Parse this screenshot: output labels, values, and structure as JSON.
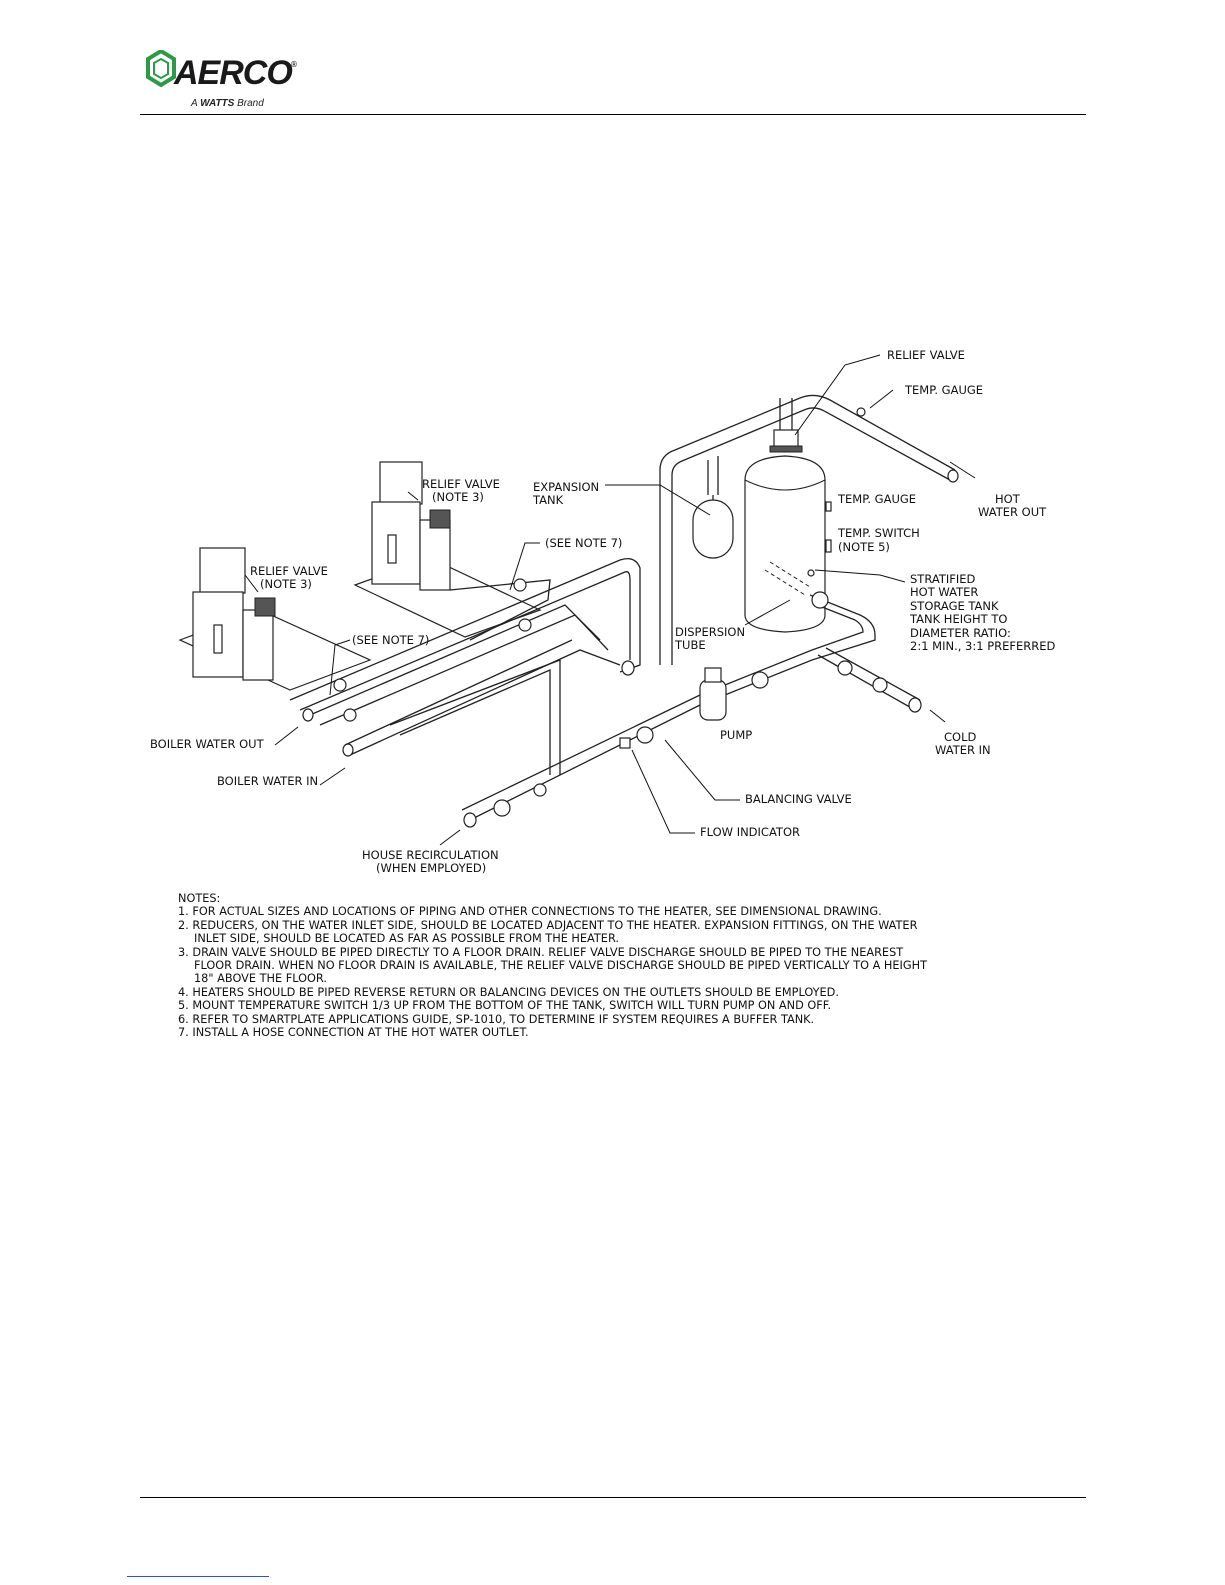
{
  "header": {
    "logo_text": "AERCO",
    "logo_registered": "®",
    "logo_tagline_prefix": "A ",
    "logo_tagline_brand": "WATTS",
    "logo_tagline_suffix": " Brand",
    "brand_color": "#2e9a48"
  },
  "diagram": {
    "labels": {
      "relief_valve_top": "RELIEF VALVE",
      "temp_gauge_top": "TEMP. GAUGE",
      "hot_water_out_1": "HOT",
      "hot_water_out_2": "WATER OUT",
      "expansion_tank_1": "EXPANSION",
      "expansion_tank_2": "TANK",
      "temp_gauge_tank": "TEMP. GAUGE",
      "temp_switch_1": "TEMP. SWITCH",
      "temp_switch_2": "(NOTE 5)",
      "relief_valve_b_1": "RELIEF VALVE",
      "relief_valve_b_2": "(NOTE 3)",
      "see_note7_b": "(SEE NOTE 7)",
      "relief_valve_a_1": "RELIEF VALVE",
      "relief_valve_a_2": "(NOTE 3)",
      "see_note7_a": "(SEE NOTE 7)",
      "storage_1": "STRATIFIED",
      "storage_2": "HOT WATER",
      "storage_3": "STORAGE TANK",
      "storage_4": "TANK HEIGHT TO",
      "storage_5": "DIAMETER RATIO:",
      "storage_6": "2:1  MIN., 3:1 PREFERRED",
      "dispersion_1": "DISPERSION",
      "dispersion_2": "TUBE",
      "pump": "PUMP",
      "cold_water_1": "COLD",
      "cold_water_2": "WATER  IN",
      "boiler_water_out": "BOILER WATER  OUT",
      "boiler_water_in": "BOILER WATER  IN",
      "balancing_valve": "BALANCING VALVE",
      "flow_indicator": "FLOW  INDICATOR",
      "house_recirc_1": "HOUSE RECIRCULATION",
      "house_recirc_2": "(WHEN  EMPLOYED)"
    }
  },
  "notes": {
    "heading": "NOTES:",
    "items": [
      "1. FOR ACTUAL SIZES AND LOCATIONS OF PIPING AND OTHER CONNECTIONS TO THE HEATER, SEE DIMENSIONAL DRAWING.",
      "2. REDUCERS, ON THE WATER INLET SIDE, SHOULD BE LOCATED ADJACENT TO THE HEATER. EXPANSION FITTINGS, ON THE  WATER INLET SIDE, SHOULD BE LOCATED AS FAR AS POSSIBLE FROM THE HEATER.",
      "3. DRAIN VALVE SHOULD BE PIPED DIRECTLY TO A FLOOR DRAIN. RELIEF VALVE DISCHARGE SHOULD BE PIPED TO THE NEAREST FLOOR DRAIN.  WHEN NO FLOOR DRAIN IS AVAILABLE, THE RELIEF VALVE DISCHARGE SHOULD BE PIPED VERTICALLY TO A HEIGHT 18\" ABOVE THE FLOOR.",
      "4. HEATERS SHOULD BE PIPED REVERSE RETURN OR BALANCING DEVICES ON THE OUTLETS SHOULD BE EMPLOYED.",
      "5. MOUNT TEMPERATURE SWITCH 1/3 UP FROM THE BOTTOM OF THE TANK, SWITCH WILL TURN PUMP ON AND OFF.",
      "6. REFER TO SMARTPLATE APPLICATIONS GUIDE, SP-1010, TO DETERMINE IF SYSTEM REQUIRES A BUFFER TANK.",
      "7. INSTALL A HOSE CONNECTION AT THE HOT WATER OUTLET."
    ]
  }
}
